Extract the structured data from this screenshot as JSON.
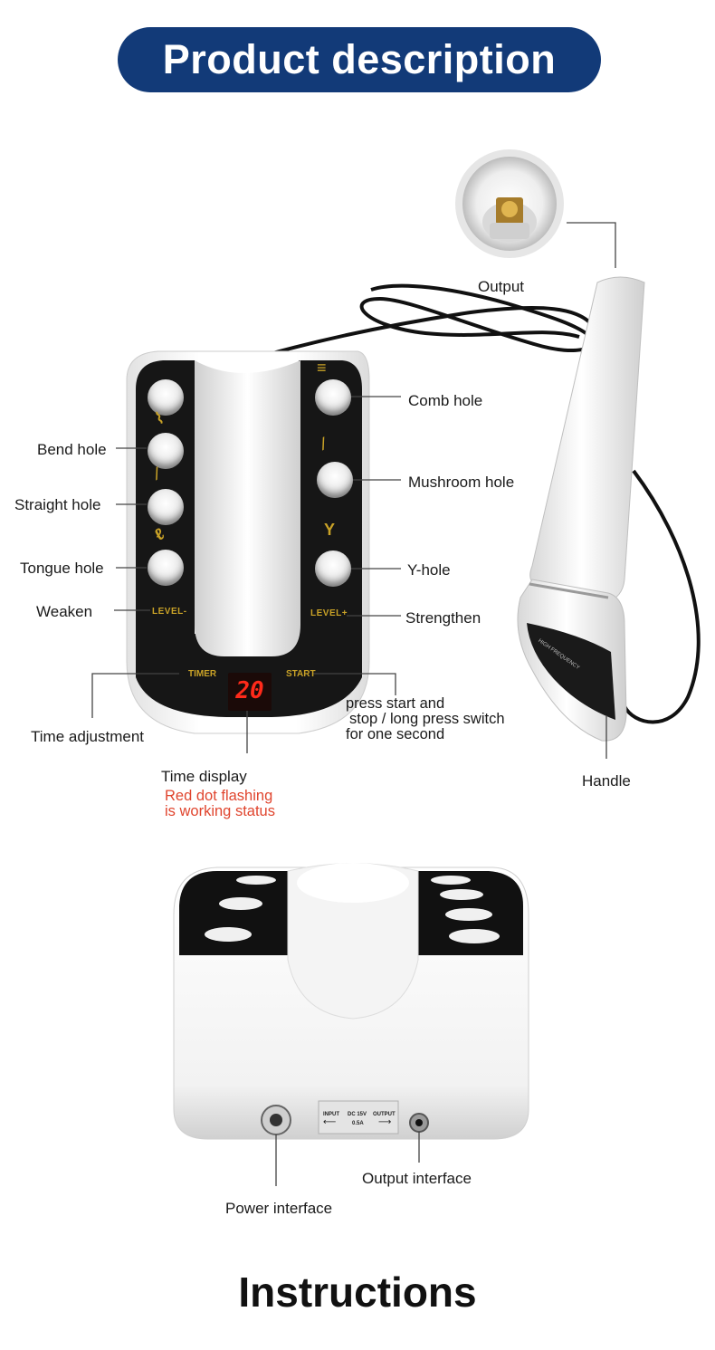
{
  "header": {
    "title": "Product description"
  },
  "labels": {
    "output": "Output",
    "comb_hole": "Comb hole",
    "bend_hole": "Bend hole",
    "mushroom_hole": "Mushroom hole",
    "straight_hole": "Straight hole",
    "tongue_hole": "Tongue hole",
    "y_hole": "Y-hole",
    "weaken": "Weaken",
    "strengthen": "Strengthen",
    "time_adjustment": "Time adjustment",
    "press_start_1": "press start and",
    "press_start_2": "stop / long press switch",
    "press_start_3": "for one second",
    "time_display": "Time display",
    "red_dot_1": "Red dot flashing",
    "red_dot_2": "is working status",
    "handle": "Handle",
    "output_interface": "Output interface",
    "power_interface": "Power interface"
  },
  "device": {
    "level_minus": "LEVEL-",
    "level_plus": "LEVEL+",
    "timer": "TIMER",
    "start": "START",
    "display_value": "20",
    "wand_print": "HIGH FREQUENCY",
    "rear_input": "INPUT",
    "rear_spec_1": "DC 15V",
    "rear_spec_2": "0.5A",
    "rear_output": "OUTPUT"
  },
  "footer": {
    "title": "Instructions"
  },
  "colors": {
    "banner": "#123a78",
    "red_text": "#e0452e",
    "gold": "#c9a227",
    "display_red": "#ff2a1a"
  }
}
